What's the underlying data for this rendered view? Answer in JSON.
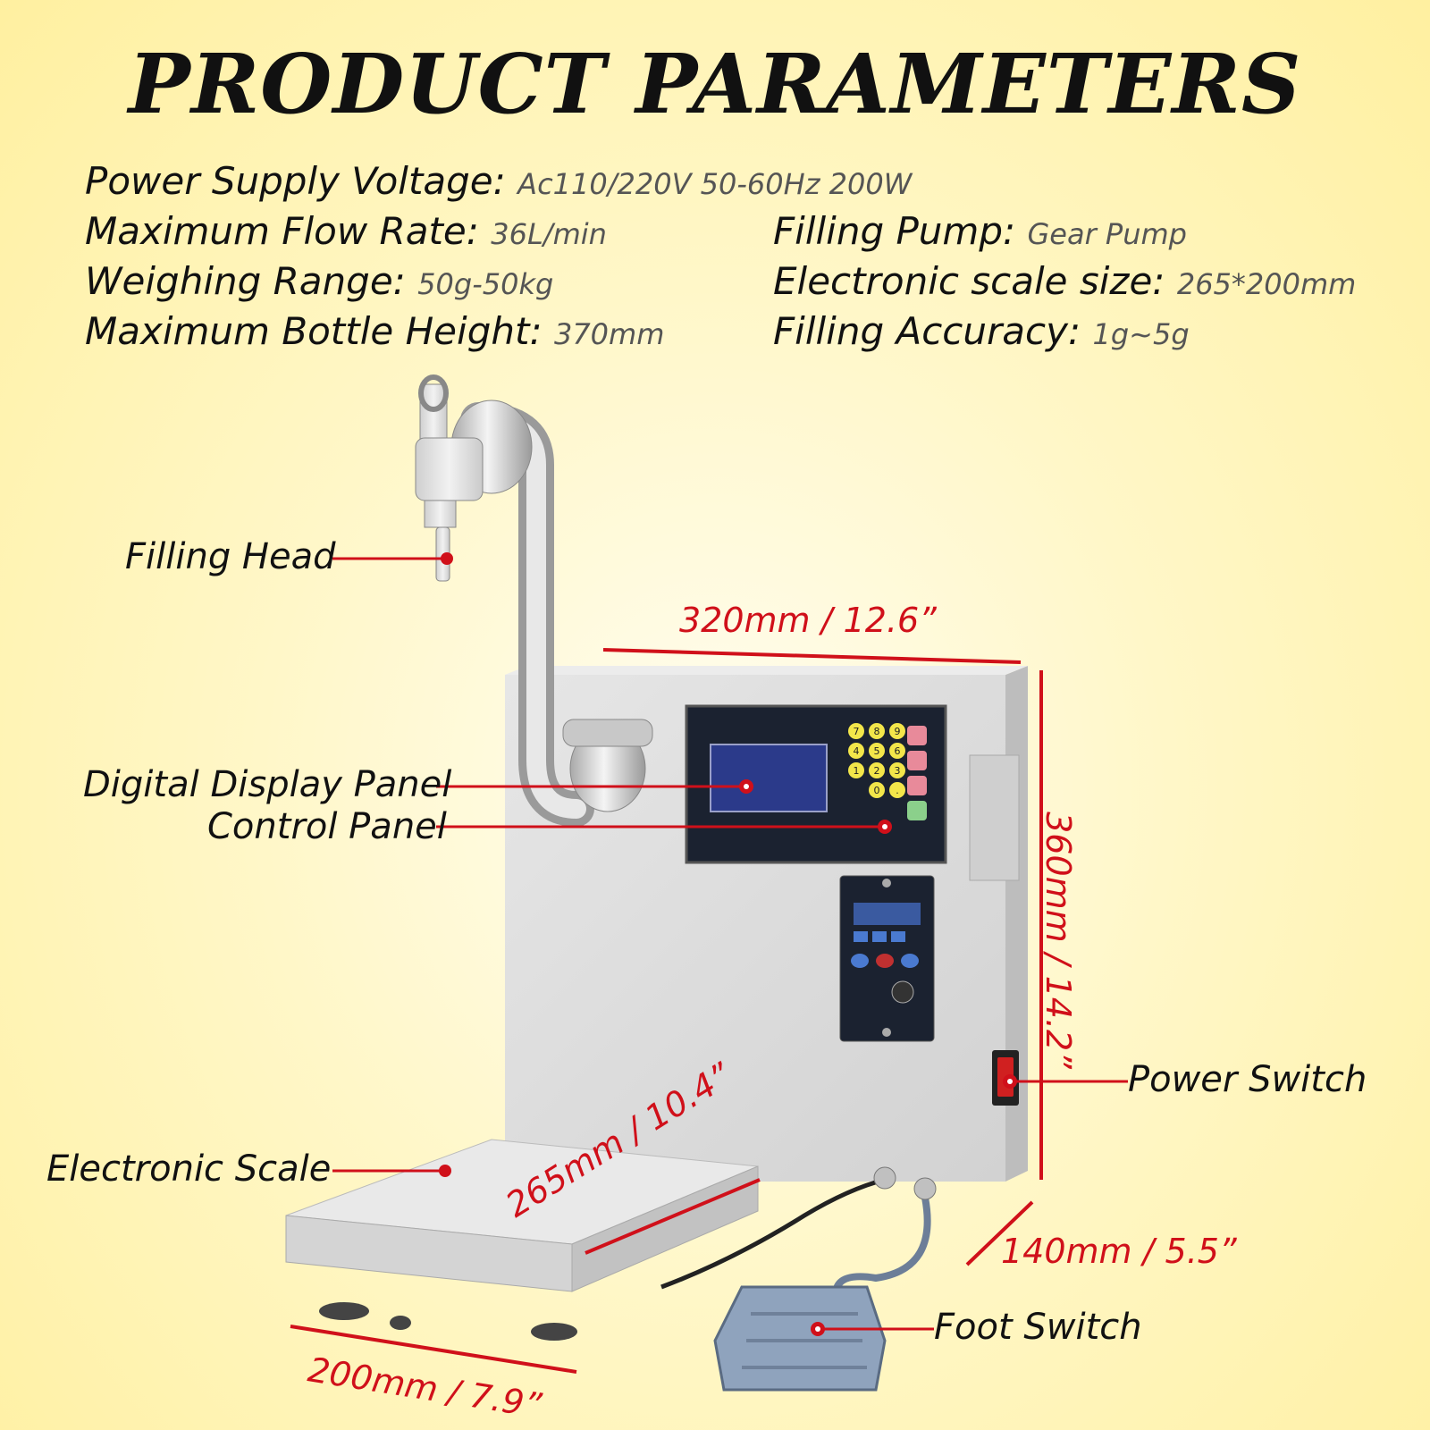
{
  "title": "PRODUCT PARAMETERS",
  "specs": {
    "power": {
      "label": "Power Supply Voltage:",
      "value": "Ac110/220V 50-60Hz 200W"
    },
    "flow": {
      "label": "Maximum Flow Rate:",
      "value": "36L/min"
    },
    "pump": {
      "label": "Filling Pump:",
      "value": "Gear Pump"
    },
    "weigh": {
      "label": "Weighing Range:",
      "value": "50g-50kg"
    },
    "scale_size": {
      "label": "Electronic scale size:",
      "value": "265*200mm"
    },
    "bottle": {
      "label": "Maximum Bottle Height:",
      "value": "370mm"
    },
    "accuracy": {
      "label": "Filling Accuracy:",
      "value": "1g~5g"
    }
  },
  "parts": {
    "filling_head": "Filling Head",
    "display_panel": "Digital Display Panel",
    "control_panel": "Control Panel",
    "power_switch": "Power Switch",
    "electronic_scale": "Electronic Scale",
    "foot_switch": "Foot Switch"
  },
  "dimensions": {
    "width": "320mm / 12.6”",
    "height": "360mm / 14.2”",
    "depth": "140mm / 5.5”",
    "scale_length": "265mm / 10.4”",
    "scale_width": "200mm / 7.9”"
  },
  "keypad": [
    "7",
    "8",
    "9",
    "4",
    "5",
    "6",
    "1",
    "2",
    "3",
    "0",
    "."
  ],
  "colors": {
    "accent": "#d0101a",
    "steel": "#dcdcdc",
    "panel": "#1b2230",
    "pedal": "#8fa3bd"
  }
}
